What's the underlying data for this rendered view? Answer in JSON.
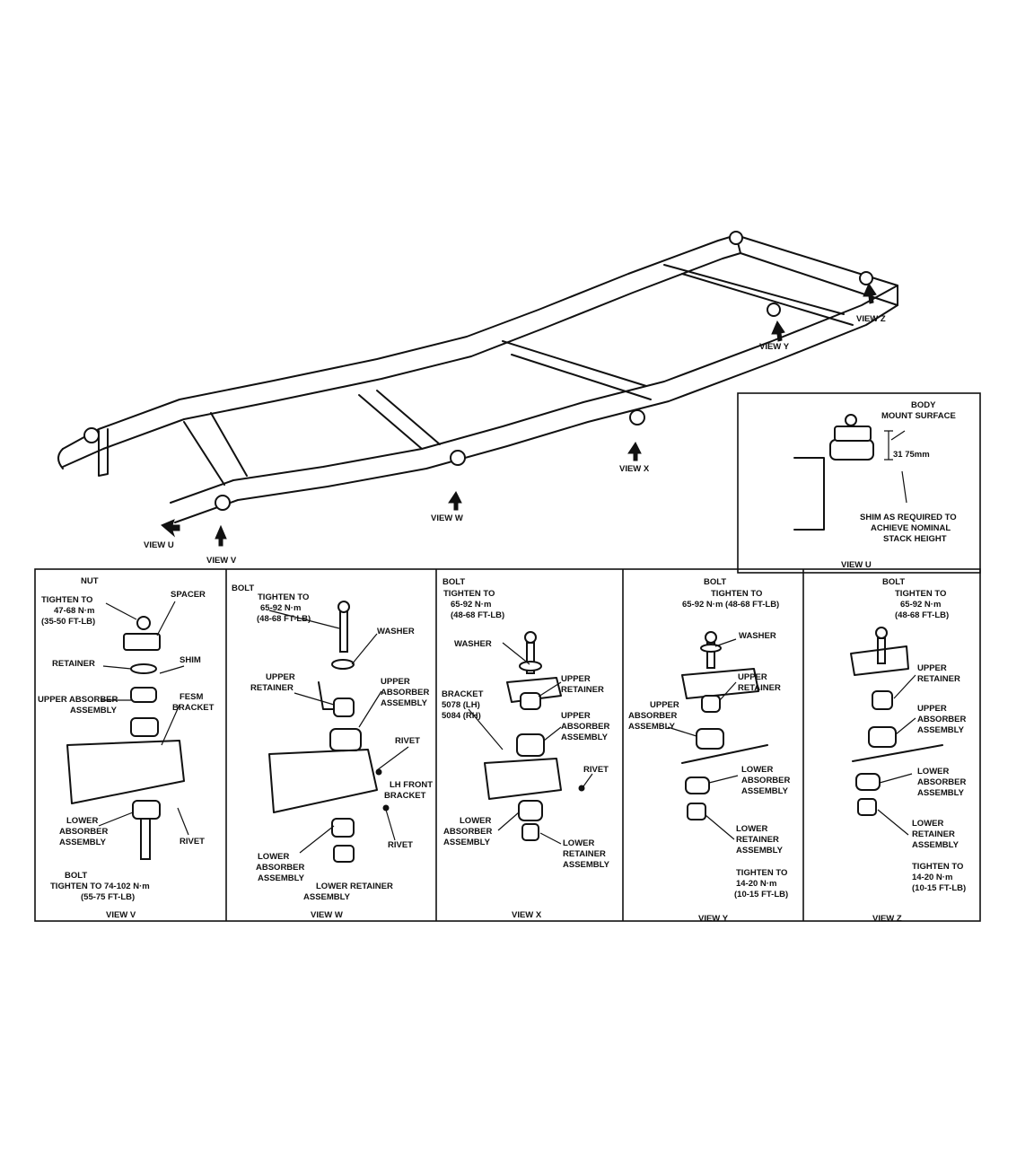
{
  "frame_views": [
    "VIEW U",
    "VIEW V",
    "VIEW W",
    "VIEW X",
    "VIEW Y",
    "VIEW Z"
  ],
  "view_u_inset": {
    "body_mount_surface": [
      "BODY",
      "MOUNT SURFACE"
    ],
    "dimension": "31 75mm",
    "shim_note": [
      "SHIM AS REQUIRED TO",
      "ACHIEVE NOMINAL",
      "STACK HEIGHT"
    ],
    "caption": "VIEW U"
  },
  "view_v": {
    "caption": "VIEW V",
    "nut": "NUT",
    "tighten": [
      "TIGHTEN TO",
      "47-68 N·m",
      "(35-50 FT-LB)"
    ],
    "spacer": "SPACER",
    "retainer": "RETAINER",
    "shim": "SHIM",
    "upper_absorber": [
      "UPPER ABSORBER",
      "ASSEMBLY"
    ],
    "fesm_bracket": [
      "FESM",
      "BRACKET"
    ],
    "lower_absorber": [
      "LOWER",
      "ABSORBER",
      "ASSEMBLY"
    ],
    "rivet": "RIVET",
    "bolt": [
      "BOLT",
      "TIGHTEN TO 74-102 N·m",
      "(55-75 FT-LB)"
    ]
  },
  "view_w": {
    "caption": "VIEW W",
    "bolt": "BOLT",
    "tighten": [
      "TIGHTEN TO",
      "65-92 N·m",
      "(48-68 FT-LB)"
    ],
    "washer": "WASHER",
    "upper_retainer": [
      "UPPER",
      "RETAINER"
    ],
    "upper_absorber": [
      "UPPER",
      "ABSORBER",
      "ASSEMBLY"
    ],
    "rivet_top": "RIVET",
    "lh_front_bracket": [
      "LH FRONT",
      "BRACKET"
    ],
    "rivet_bottom": "RIVET",
    "lower_absorber": [
      "LOWER",
      "ABSORBER",
      "ASSEMBLY"
    ],
    "lower_retainer": [
      "LOWER RETAINER",
      "ASSEMBLY"
    ]
  },
  "view_x": {
    "caption": "VIEW X",
    "bolt": "BOLT",
    "tighten": [
      "TIGHTEN TO",
      "65-92 N·m",
      "(48-68 FT-LB)"
    ],
    "washer": "WASHER",
    "upper_retainer": [
      "UPPER",
      "RETAINER"
    ],
    "bracket": [
      "BRACKET",
      "5078 (LH)",
      "5084 (RH)"
    ],
    "upper_absorber": [
      "UPPER",
      "ABSORBER",
      "ASSEMBLY"
    ],
    "rivet": "RIVET",
    "lower_absorber": [
      "LOWER",
      "ABSORBER",
      "ASSEMBLY"
    ],
    "lower_retainer": [
      "LOWER",
      "RETAINER",
      "ASSEMBLY"
    ]
  },
  "view_y": {
    "caption": "VIEW Y",
    "bolt": "BOLT",
    "tighten": [
      "TIGHTEN TO",
      "65-92 N·m (48-68 FT-LB)"
    ],
    "washer": "WASHER",
    "upper_retainer": [
      "UPPER",
      "RETAINER"
    ],
    "upper_absorber": [
      "UPPER",
      "ABSORBER",
      "ASSEMBLY"
    ],
    "lower_absorber": [
      "LOWER",
      "ABSORBER",
      "ASSEMBLY"
    ],
    "lower_retainer": [
      "LOWER",
      "RETAINER",
      "ASSEMBLY"
    ],
    "tighten_lower": [
      "TIGHTEN TO",
      "14-20 N·m",
      "(10-15 FT-LB)"
    ]
  },
  "view_z": {
    "caption": "VIEW Z",
    "bolt": "BOLT",
    "tighten": [
      "TIGHTEN TO",
      "65-92 N·m",
      "(48-68 FT-LB)"
    ],
    "upper_retainer": [
      "UPPER",
      "RETAINER"
    ],
    "upper_absorber": [
      "UPPER",
      "ABSORBER",
      "ASSEMBLY"
    ],
    "lower_absorber": [
      "LOWER",
      "ABSORBER",
      "ASSEMBLY"
    ],
    "lower_retainer": [
      "LOWER",
      "RETAINER",
      "ASSEMBLY"
    ],
    "tighten_lower": [
      "TIGHTEN TO",
      "14-20 N·m",
      "(10-15 FT-LB)"
    ]
  }
}
